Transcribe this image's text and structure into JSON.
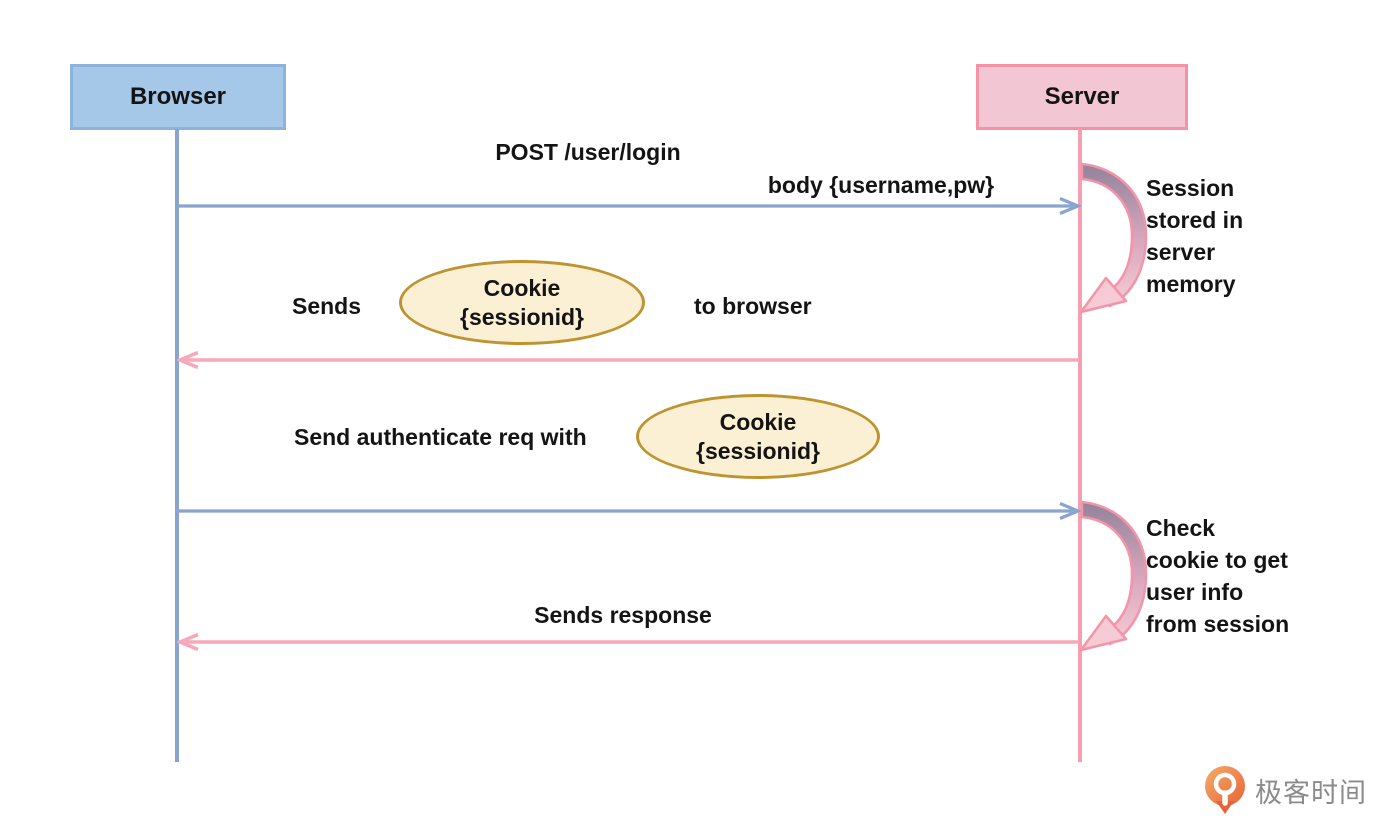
{
  "actors": [
    {
      "label": "Browser"
    },
    {
      "label": "Server"
    }
  ],
  "messages": [
    {
      "from": "browser",
      "to": "server",
      "style": "blue",
      "label_top": "POST /user/login",
      "label_bottom": "body {username,pw}"
    },
    {
      "from": "server",
      "to": "browser",
      "style": "pink",
      "label_pre": "Sends",
      "cookie": {
        "line1": "Cookie",
        "line2": "{sessionid}"
      },
      "label_post": "to browser"
    },
    {
      "from": "browser",
      "to": "server",
      "style": "blue",
      "label_pre": "Send authenticate req with",
      "cookie": {
        "line1": "Cookie",
        "line2": "{sessionid}"
      }
    },
    {
      "from": "server",
      "to": "browser",
      "style": "pink",
      "label": "Sends response"
    }
  ],
  "self_notes": [
    {
      "lines": [
        "Session",
        "stored in",
        "server",
        "memory"
      ]
    },
    {
      "lines": [
        "Check",
        "cookie to get",
        "user info",
        "from session"
      ]
    }
  ],
  "colors": {
    "browser_fill": "#A5C7E8",
    "browser_border": "#8DB2DB",
    "server_fill": "#F2C6D2",
    "server_border": "#F492A6",
    "blue_arrow": "#8AA4D0",
    "pink_arrow": "#F7A8B9",
    "cookie_fill": "#FBF0D3",
    "cookie_border": "#BE9431",
    "self_arrow_top": "#93829B",
    "self_arrow_bottom": "#F6CBD6",
    "logo_orange": "#E96F3E",
    "logo_text": "#8B8B8B"
  },
  "watermark": {
    "icon": "geektime-logo-icon",
    "brand": "极客时间"
  }
}
